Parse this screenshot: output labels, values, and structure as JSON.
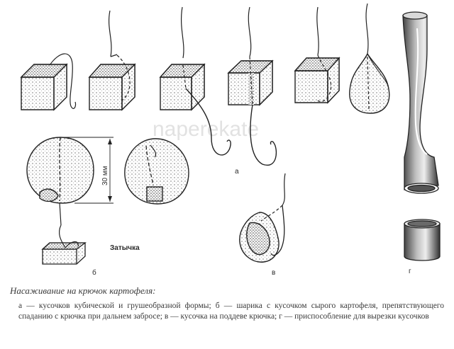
{
  "labels": {
    "dimension": "30 мм",
    "plug": "Затычка",
    "a": "а",
    "b": "б",
    "v": "в",
    "g": "г"
  },
  "watermark": "naperekate",
  "caption": {
    "title": "Насаживание на крючок картофеля:",
    "body": "а — кусочков кубической и грушеобразной формы; б — шарика с кусочком сырого картофеля, препятствующего спаданию с крючка при дальнем забросе; в — кусочка на поддеве крючка; г — приспособление для вырезки кусочков"
  }
}
